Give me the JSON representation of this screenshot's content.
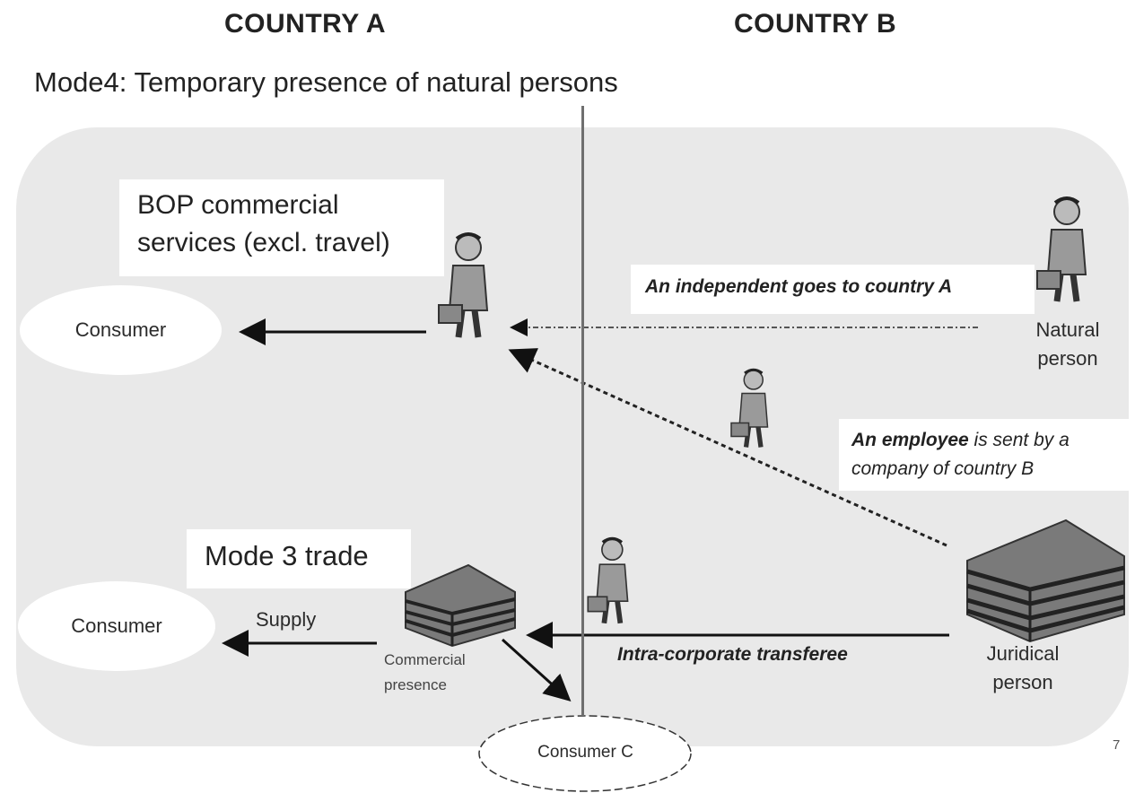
{
  "header": {
    "country_a": "COUNTRY A",
    "country_b": "COUNTRY B",
    "title": "Mode4: Temporary presence of natural persons"
  },
  "boxes": {
    "bop": "BOP commercial services (excl. travel)",
    "mode3": "Mode 3 trade"
  },
  "consumers": {
    "top": "Consumer",
    "bottom": "Consumer",
    "c": "Consumer C"
  },
  "labels": {
    "independent": "An independent goes to country A",
    "employee_bold": "An employee",
    "employee_rest1": " is sent by a",
    "employee_line2": "company of country B",
    "intra": "Intra-corporate transferee",
    "supply": "Supply",
    "commercial_presence": "Commercial presence",
    "natural_person": "Natural person",
    "juridical_person": "Juridical person"
  },
  "page_number": "7",
  "icons": [
    "businessman-icon",
    "building-icon"
  ]
}
